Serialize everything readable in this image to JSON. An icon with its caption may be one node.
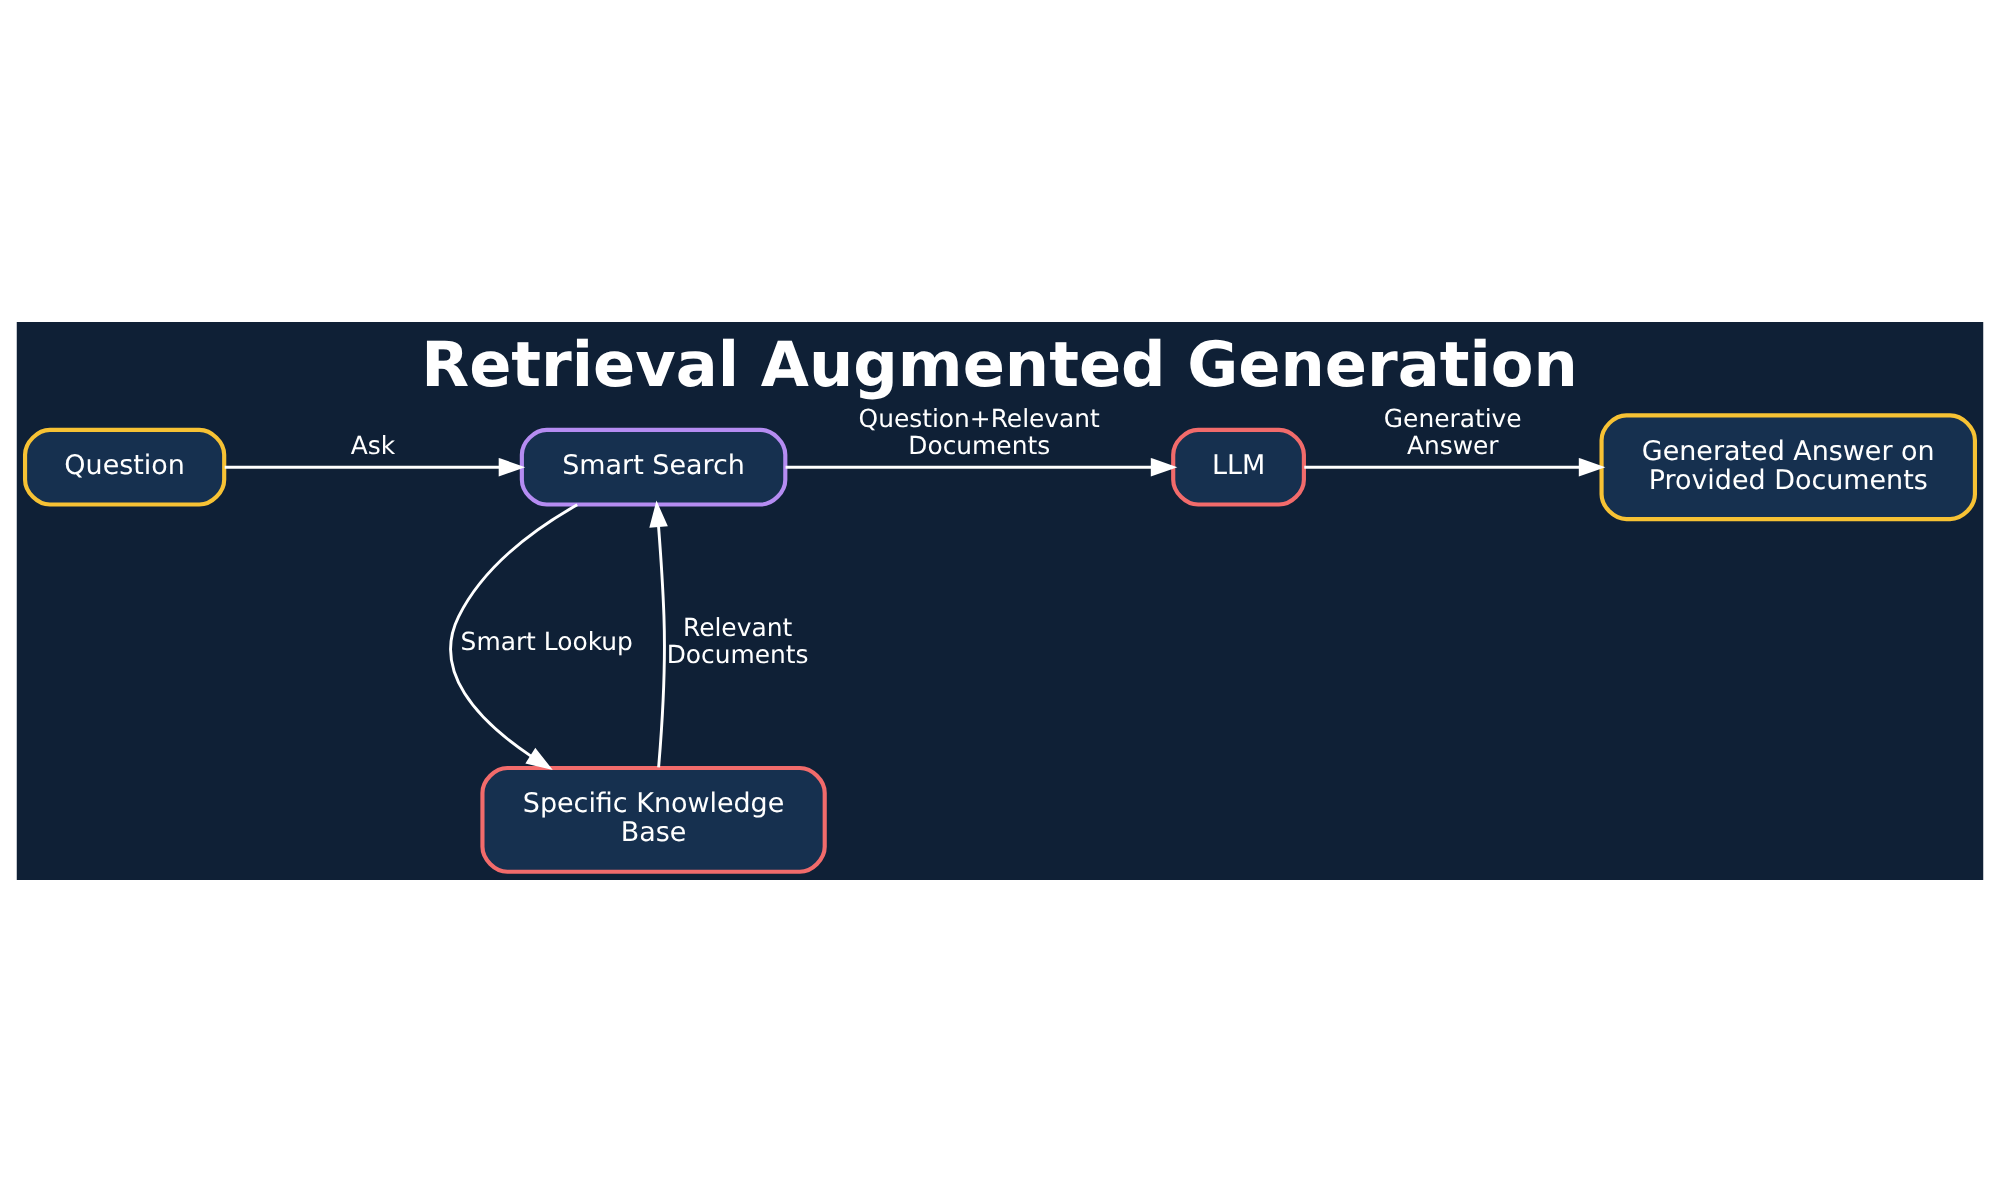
{
  "diagram": {
    "title": "Retrieval Augmented Generation",
    "nodes": [
      {
        "text": [
          "Question"
        ]
      },
      {
        "text": [
          "Smart Search"
        ]
      },
      {
        "text": [
          "LLM"
        ]
      },
      {
        "text": [
          "Generated Answer on Provided Documents"
        ]
      },
      {
        "text": [
          "Specific Knowledge Base"
        ]
      }
    ],
    "edges": [
      {
        "from": 0,
        "to": 1,
        "arrow": "to",
        "label": "Ask"
      },
      {
        "from": 1,
        "to": 2,
        "arrow": "to",
        "label": "Question+Relevant Documents"
      },
      {
        "from": 2,
        "to": 3,
        "arrow": "to",
        "label": "Generative Answer"
      },
      {
        "from": 1,
        "to": 4,
        "arrow": "to",
        "label": "Smart Lookup"
      },
      {
        "from": 4,
        "to": 1,
        "arrow": "to",
        "label": "Relevant Documents"
      }
    ]
  }
}
